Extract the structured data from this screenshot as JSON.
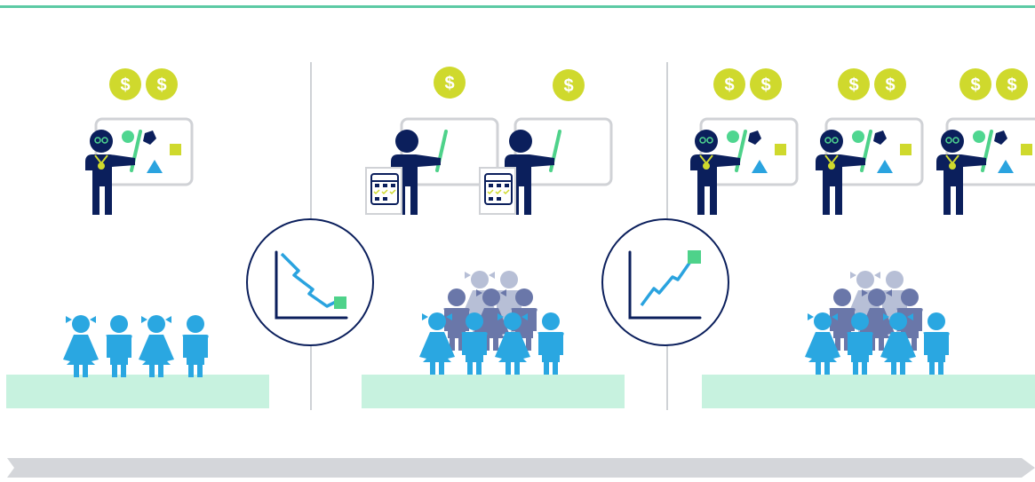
{
  "colors": {
    "top_rule": "#5ccaa4",
    "divider": "#cfd2d6",
    "coin": "#cfd92d",
    "coin_symbol": "#ffffff",
    "teacher": "#0b1f5c",
    "board_frame": "#d0d2d6",
    "board_fill": "#ffffff",
    "pointer": "#4ed28a",
    "shape_green": "#4fd690",
    "shape_navy": "#0b1f5c",
    "shape_blue": "#2aa3df",
    "shape_yellow": "#cfd92d",
    "student_front": "#2aa7e1",
    "student_mid": "#6a77a9",
    "student_back": "#b7bfd6",
    "platform": "#c7f2df",
    "trend_circle": "#0b1f5c",
    "trend_down": "#2aa3df",
    "trend_up": "#2aa3df",
    "trend_arrowhead": "#4ed28a",
    "timeline_arrow": "#d4d6da",
    "calendar": "#0b1f5c",
    "calendar_check": "#cfd92d"
  },
  "coins": {
    "symbol": "$"
  },
  "panels": [
    {
      "coins": 2,
      "teachers": 1,
      "teacher_style": "experienced",
      "has_calendar": false,
      "class_size": "small",
      "crowd_rows": 1
    },
    {
      "coins": 2,
      "teachers": 2,
      "teacher_style": "new",
      "has_calendar": true,
      "class_size": "large",
      "crowd_rows": 3
    },
    {
      "coins": 6,
      "teachers": 3,
      "teacher_style": "experienced",
      "has_calendar": false,
      "class_size": "large",
      "crowd_rows": 3
    }
  ],
  "trends": [
    {
      "direction": "down",
      "icon": "trend-down-icon"
    },
    {
      "direction": "up",
      "icon": "trend-up-icon"
    }
  ],
  "timeline": {
    "icon": "timeline-arrow-icon"
  }
}
